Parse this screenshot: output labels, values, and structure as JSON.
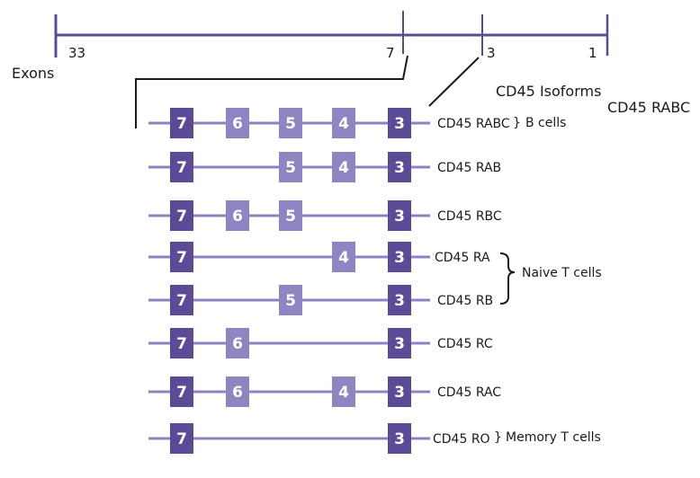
{
  "colors": {
    "track": "#5b4b96",
    "line": "#8e83c0",
    "exon_dark": "#5b4b96",
    "exon_light": "#8f85c3",
    "bracket": "#1a1a1a"
  },
  "gene": {
    "exons_label": "Exons",
    "ticks": [
      "33",
      "7",
      "3",
      "1"
    ]
  },
  "isoforms_heading": "CD45 Isoforms",
  "side_label": "CD45 RABC",
  "isoforms": [
    {
      "name": "CD45 RABC",
      "exons": [
        "7",
        "6",
        "5",
        "4",
        "3"
      ]
    },
    {
      "name": "CD45 RAB",
      "exons": [
        "7",
        "5",
        "4",
        "3"
      ]
    },
    {
      "name": "CD45 RBC",
      "exons": [
        "7",
        "6",
        "5",
        "3"
      ]
    },
    {
      "name": "CD45 RA",
      "exons": [
        "7",
        "4",
        "3"
      ]
    },
    {
      "name": "CD45 RB",
      "exons": [
        "7",
        "5",
        "3"
      ]
    },
    {
      "name": "CD45 RC",
      "exons": [
        "7",
        "6",
        "3"
      ]
    },
    {
      "name": "CD45 RAC",
      "exons": [
        "7",
        "6",
        "4",
        "3"
      ]
    },
    {
      "name": "CD45 RO",
      "exons": [
        "7",
        "3"
      ]
    }
  ],
  "groups": {
    "b_cells": "B cells",
    "naive_t_cells": "Naive T cells",
    "memory_t_cells": "Memory T cells"
  }
}
